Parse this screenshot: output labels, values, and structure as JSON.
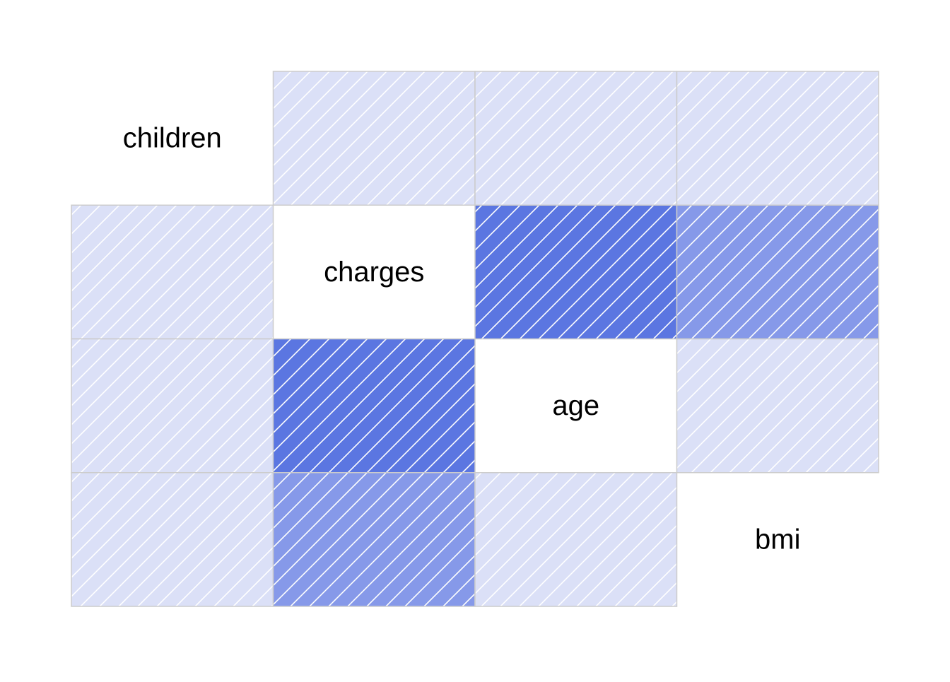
{
  "chart_data": {
    "type": "heatmap",
    "title": "",
    "variables": [
      "children",
      "charges",
      "age",
      "bmi"
    ],
    "cells": [
      {
        "row": 0,
        "col": 1,
        "value": 0.07
      },
      {
        "row": 0,
        "col": 2,
        "value": 0.04
      },
      {
        "row": 0,
        "col": 3,
        "value": 0.01
      },
      {
        "row": 1,
        "col": 0,
        "value": 0.07
      },
      {
        "row": 1,
        "col": 2,
        "value": 0.3
      },
      {
        "row": 1,
        "col": 3,
        "value": 0.2
      },
      {
        "row": 2,
        "col": 0,
        "value": 0.04
      },
      {
        "row": 2,
        "col": 1,
        "value": 0.3
      },
      {
        "row": 2,
        "col": 3,
        "value": 0.11
      },
      {
        "row": 3,
        "col": 0,
        "value": 0.01
      },
      {
        "row": 3,
        "col": 1,
        "value": 0.2
      },
      {
        "row": 3,
        "col": 2,
        "value": 0.11
      }
    ],
    "diagonal_labels": true,
    "fill_pattern": "diagonal-hatch",
    "colors": {
      "low": "#dbe0f7",
      "mid": "#99a9ec",
      "high": "#5b76e1",
      "hatch": "#ffffff",
      "border": "#cccccc"
    },
    "grid": false,
    "legend": "none"
  }
}
